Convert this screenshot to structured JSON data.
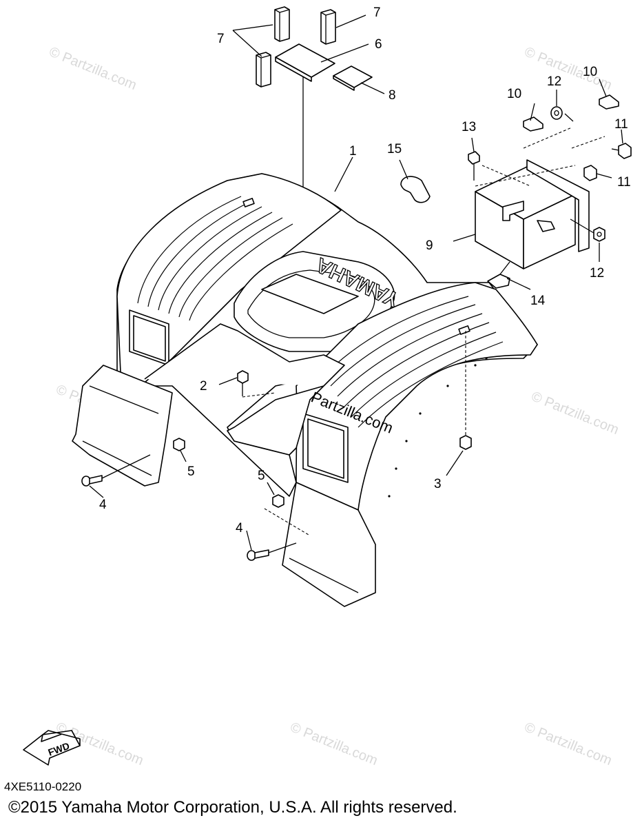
{
  "callouts": {
    "c1": "1",
    "c2": "2",
    "c3": "3",
    "c4a": "4",
    "c4b": "4",
    "c5a": "5",
    "c5b": "5",
    "c6": "6",
    "c7a": "7",
    "c7b": "7",
    "c8": "8",
    "c9": "9",
    "c10a": "10",
    "c10b": "10",
    "c11a": "11",
    "c11b": "11",
    "c12a": "12",
    "c12b": "12",
    "c13": "13",
    "c14": "14",
    "c15": "15"
  },
  "fender_logo_text": "YAMAHA",
  "watermark_text": "© Partzilla.com",
  "center_watermark_text": "Partzilla.com",
  "fwd_label": "FWD",
  "diagram_code": "4XE5110-0220",
  "copyright": "©2015  Yamaha Motor Corporation, U.S.A. All rights reserved."
}
